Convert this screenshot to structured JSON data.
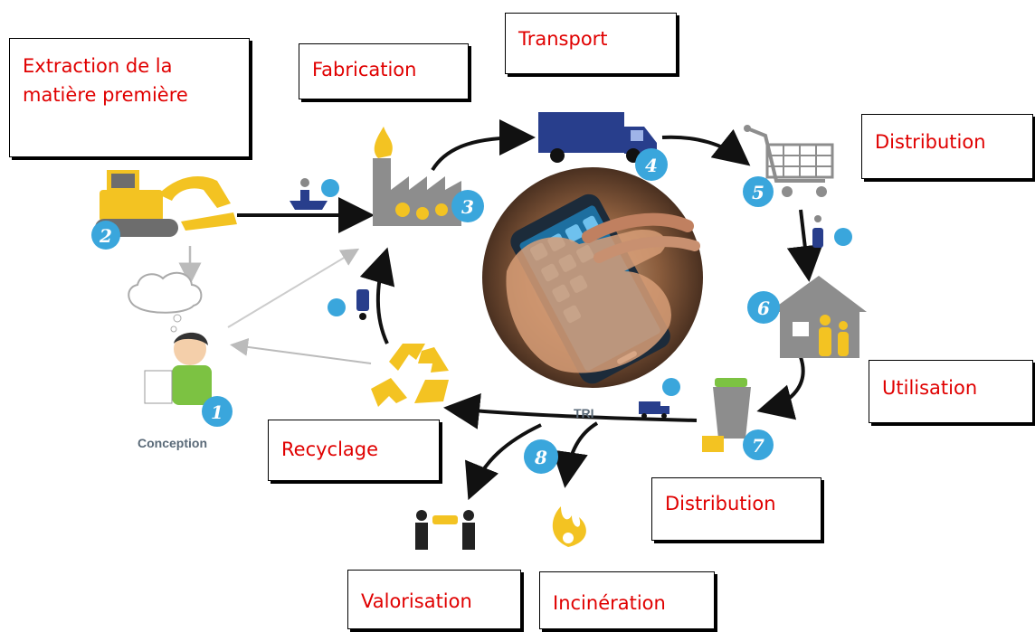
{
  "labels": {
    "extraction": "Extraction de la matière première",
    "fabrication": "Fabrication",
    "transport": "Transport",
    "distribution_1": "Distribution",
    "utilisation": "Utilisation",
    "distribution_2": "Distribution",
    "recyclage": "Recyclage",
    "valorisation": "Valorisation",
    "incineration": "Incinération"
  },
  "icon_captions": {
    "conception": "Conception",
    "tri": "TRI"
  },
  "badges": [
    "1",
    "2",
    "3",
    "4",
    "5",
    "6",
    "7",
    "8"
  ],
  "colors": {
    "label_text": "#e00000",
    "badge": "#3aa6dc",
    "truck": "#283e8c",
    "yellow": "#f3c322",
    "gray": "#8d8d8d"
  }
}
